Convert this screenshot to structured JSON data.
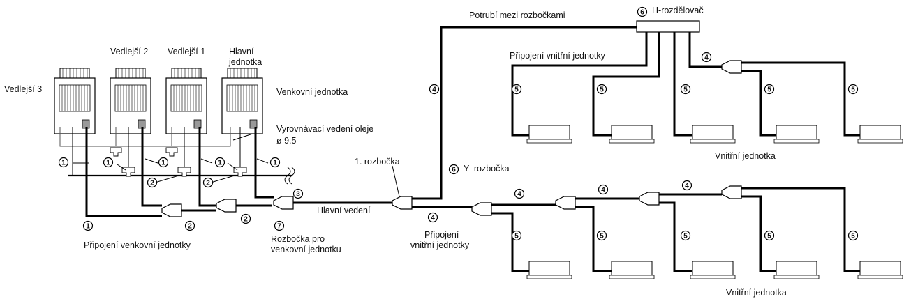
{
  "labels": {
    "slave3": "Vedlejší 3",
    "slave2": "Vedlejší 2",
    "slave1": "Vedlejší 1",
    "main_line1": "Hlavní",
    "main_line2": "jednotka",
    "outdoor_unit": "Venkovní jednotka",
    "oil_line1": "Vyrovnávací vedení oleje",
    "oil_line2": "ø 9.5",
    "outdoor_connection": "Připojení venkovní jednotky",
    "outdoor_branch_line1": "Rozbočka pro",
    "outdoor_branch_line2": "venkovní jednotku",
    "main_pipe": "Hlavní vedení",
    "first_branch": "1. rozbočka",
    "y_branch": "Y- rozbočka",
    "pipe_between_branches": "Potrubí mezi rozbočkami",
    "h_header": "H-rozdělovač",
    "indoor_connection_top": "Připojení vnitřní jednotky",
    "indoor_connection_bottom_line1": "Připojení",
    "indoor_connection_bottom_line2": "vnitřní jednotky",
    "indoor_unit_top": "Vnitřní jednotka",
    "indoor_unit_bottom": "Vnitřní jednotka"
  },
  "markers": {
    "m1": "1",
    "m2": "2",
    "m3": "3",
    "m4": "4",
    "m5": "5",
    "m6": "6",
    "m7": "7"
  }
}
